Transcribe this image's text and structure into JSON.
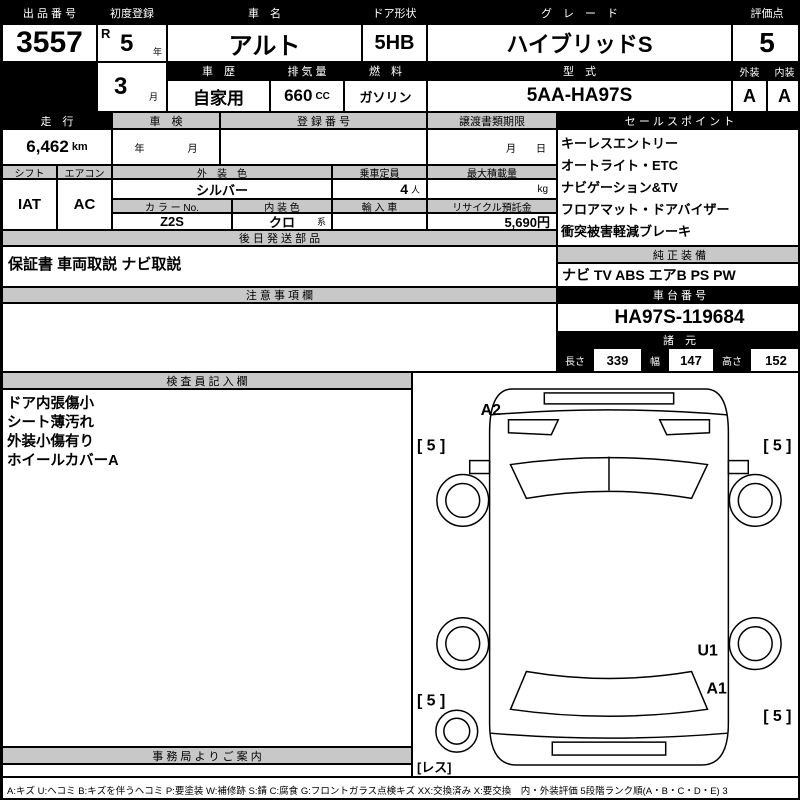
{
  "top": {
    "auction_no_label": "出 品 番 号",
    "auction_no": "3557",
    "first_reg_label": "初度登録",
    "era": "R",
    "reg_year": "5",
    "year_unit": "年",
    "reg_month": "3",
    "month_unit": "月",
    "car_name_label": "車　名",
    "car_name": "アルト",
    "door_label": "ドア形状",
    "door": "5HB",
    "grade_label": "グ　レ　ー　ド",
    "grade": "ハイブリッドS",
    "score_label": "評価点",
    "score": "5",
    "exterior_label": "外装",
    "interior_label": "内装",
    "exterior_grade": "A",
    "interior_grade": "A",
    "history_label": "車　歴",
    "history": "自家用",
    "displacement_label": "排 気 量",
    "displacement": "660",
    "displacement_unit": "CC",
    "fuel_label": "燃　料",
    "fuel": "ガソリン",
    "model_label": "型　式",
    "model": "5AA-HA97S"
  },
  "mileage": {
    "label": "走　行",
    "value": "6,462",
    "unit": "km",
    "inspection_label": "車　検",
    "inspection_year_unit": "年",
    "inspection_month_unit": "月",
    "reg_no_label": "登 録 番 号",
    "transfer_label": "譲渡書類期限",
    "transfer_month_unit": "月",
    "transfer_day_unit": "日"
  },
  "sales_points": {
    "label": "セ ー ル ス ポ イ ン ト",
    "items": [
      "キーレスエントリー",
      "オートライト・ETC",
      "ナビゲーション&TV",
      "フロアマット・ドアバイザー",
      "衝突被害軽減ブレーキ"
    ]
  },
  "spec": {
    "shift_label": "シフト",
    "shift": "IAT",
    "aircon_label": "エアコン",
    "aircon": "AC",
    "ext_color_label": "外　装　色",
    "ext_color": "シルバー",
    "capacity_label": "乗車定員",
    "capacity": "4",
    "capacity_unit": "人",
    "max_load_label": "最大積載量",
    "max_load_unit": "kg",
    "color_no_label": "カ ラ ー No.",
    "color_no": "Z2S",
    "int_color_label": "内 装 色",
    "int_color": "クロ",
    "int_color_unit": "系",
    "import_label": "輸 入 車",
    "recycle_label": "リサイクル預託金",
    "recycle_value": "5,690円"
  },
  "later_parts": {
    "label": "後 日 発 送 部 品",
    "value": "保証書 車両取説 ナビ取説"
  },
  "oem": {
    "label": "純 正 装 備",
    "value": "ナビ TV ABS エアB PS PW"
  },
  "notes": {
    "label": "注 意 事 項 欄"
  },
  "chassis": {
    "label": "車 台 番 号",
    "number": "HA97S-119684",
    "dims_label": "諸　元",
    "length_label": "長さ",
    "length": "339",
    "width_label": "幅",
    "width": "147",
    "height_label": "高さ",
    "height": "152"
  },
  "inspector": {
    "label": "検 査 員 記 入 欄",
    "items": [
      "ドア内張傷小",
      "シート薄汚れ",
      "外装小傷有り",
      "ホイールカバーA"
    ]
  },
  "office": {
    "label": "事 務 局 よ り ご 案 内"
  },
  "diagram": {
    "a2": "A2",
    "front_left_mark": "[ 5 ]",
    "front_right_mark": "[ 5 ]",
    "rear_left_mark": "[ 5 ]",
    "rear_right_mark": "[ 5 ]",
    "u1": "U1",
    "a1": "A1",
    "spare_mark": "[レス]"
  },
  "legend": "A:キズ U:ヘコミ B:キズを伴うヘコミ P:要塗装 W:補修跡 S:錆 C:腐食 G:フロントガラス点検キズ XX:交換済み X:要交換　内・外装評価 5段階ランク順(A・B・C・D・E) 3"
}
